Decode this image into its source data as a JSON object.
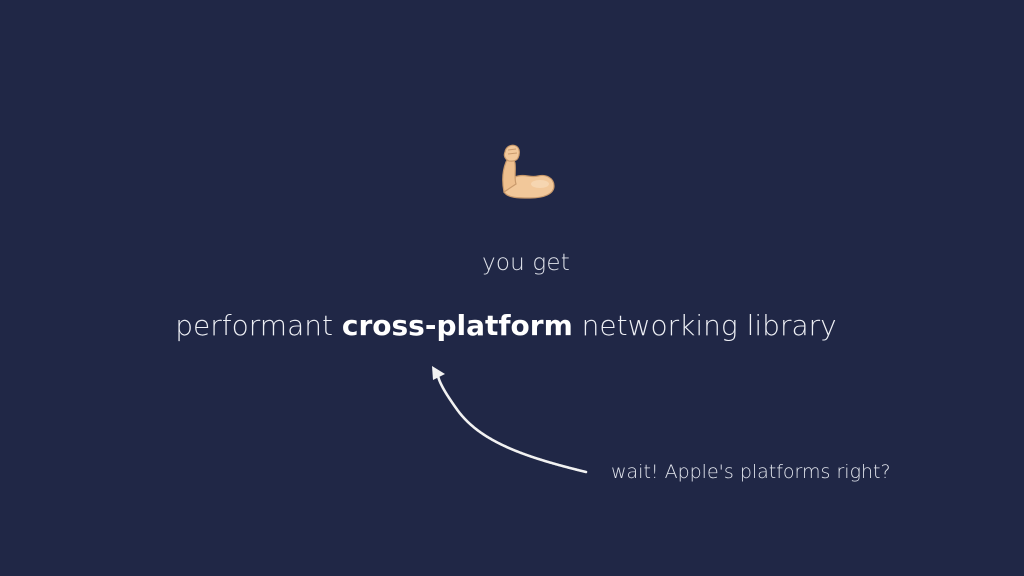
{
  "slide": {
    "icon": "flexed-biceps-icon",
    "subtitle": "you get",
    "headline": {
      "prefix": "performant ",
      "emphasis": "cross-platform",
      "suffix": " networking library"
    },
    "annotation": "wait! Apple's platforms right?",
    "colors": {
      "background": "#202746",
      "text": "#eef0f5",
      "arrow": "#f2f2f2",
      "skin": "#f2c89a"
    }
  }
}
